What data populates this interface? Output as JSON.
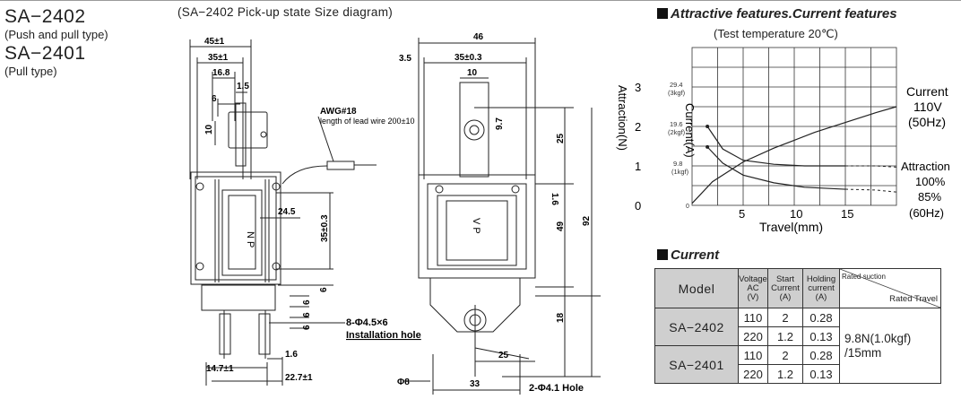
{
  "models": [
    {
      "name": "SA−2402",
      "type": "(Push and pull type)"
    },
    {
      "name": "SA−2401",
      "type": "(Pull type)"
    }
  ],
  "diagram_title": "(SA−2402  Pick-up state Size diagram)",
  "front_view": {
    "dim_45": "45±1",
    "dim_35": "35±1",
    "dim_16_8": "16.8",
    "dim_1_5": "1.5",
    "dim_6": "6",
    "dim_10": "10",
    "wire_label": "AWG#18",
    "wire_length": "length of lead wire 200±10",
    "dim_24_5": "24.5",
    "dim_35_03": "35±0.3",
    "dim_6_right": "6",
    "dim_6a": "6",
    "dim_6b": "6",
    "dim_6c": "6",
    "coil_mark": "N P",
    "install_label": "8-Φ4.5×6",
    "install_hole": "Installation hole",
    "dim_1_6": "1.6",
    "dim_14_7": "14.7±1",
    "dim_22_7": "22.7±1"
  },
  "side_view": {
    "dim_46": "46",
    "dim_3_5": "3.5",
    "dim_35_03": "35±0.3",
    "dim_10": "10",
    "dim_9_7": "9.7",
    "dim_25": "25",
    "dim_92": "92",
    "dim_1_6": "1.6",
    "dim_49": "49",
    "dim_18": "18",
    "dim_25_bottom": "25",
    "dim_phi8": "Φ8",
    "dim_33": "33",
    "hole_label": "2-Φ4.1 Hole",
    "coil_mark": "V P"
  },
  "chart_section": {
    "title": "Attractive features.Current features",
    "subtitle": "(Test temperature 20℃)"
  },
  "chart_data": {
    "type": "line",
    "xlabel": "Travel(mm)",
    "ylabel_left": "Current(A)",
    "ylabel_right": "Attraction(N)",
    "x_ticks": [
      "5",
      "10",
      "15"
    ],
    "xlim": [
      0,
      20
    ],
    "current_ticks": [
      "0",
      "1",
      "2",
      "3"
    ],
    "current_lim": [
      0,
      4
    ],
    "attraction_ticks": [
      "0",
      "9.8",
      "(1kgf)",
      "19.6",
      "(2kgf)",
      "29.4",
      "(3kgf)"
    ],
    "grid": true,
    "series": [
      {
        "name": "Current 110V (50Hz)",
        "x": [
          0,
          2,
          5,
          8,
          10,
          12,
          15,
          18,
          20
        ],
        "current": [
          0.05,
          0.6,
          1.1,
          1.45,
          1.65,
          1.85,
          2.1,
          2.35,
          2.5
        ]
      },
      {
        "name": "Attraction 100%",
        "x": [
          1.5,
          3,
          5,
          8,
          11,
          15,
          18,
          20
        ],
        "attraction": [
          19.6,
          14.0,
          11.2,
          10.2,
          9.8,
          9.8,
          9.8,
          9.5
        ]
      },
      {
        "name": "85%",
        "x": [
          1.5,
          3,
          5,
          8,
          11,
          15,
          18,
          20
        ],
        "attraction": [
          14.5,
          10.5,
          7.5,
          5.6,
          4.5,
          4.0,
          3.8,
          3.3
        ]
      }
    ],
    "right_labels": {
      "current": "Current",
      "voltage": "110V",
      "freq1": "(50Hz)",
      "attraction": "Attraction",
      "pct100": "100%",
      "pct85": "85%",
      "freq2": "(60Hz)"
    }
  },
  "current_section": {
    "title": "Current",
    "headers": {
      "model": "Model",
      "voltage": [
        "Voltage",
        "AC",
        "(V)"
      ],
      "start": [
        "Start",
        "Current",
        "(A)"
      ],
      "holding": [
        "Holding",
        "current",
        "(A)"
      ],
      "rated_suction": "Rated suction",
      "rated_travel": "Rated Travel"
    },
    "rows": [
      {
        "model": "SA−2402",
        "voltage": "110",
        "start": "2",
        "holding": "0.28"
      },
      {
        "model": "",
        "voltage": "220",
        "start": "1.2",
        "holding": "0.13"
      },
      {
        "model": "SA−2401",
        "voltage": "110",
        "start": "2",
        "holding": "0.28"
      },
      {
        "model": "",
        "voltage": "220",
        "start": "1.2",
        "holding": "0.13"
      }
    ],
    "suction_value": "9.8N(1.0kgf)",
    "travel_value": "/15mm"
  }
}
